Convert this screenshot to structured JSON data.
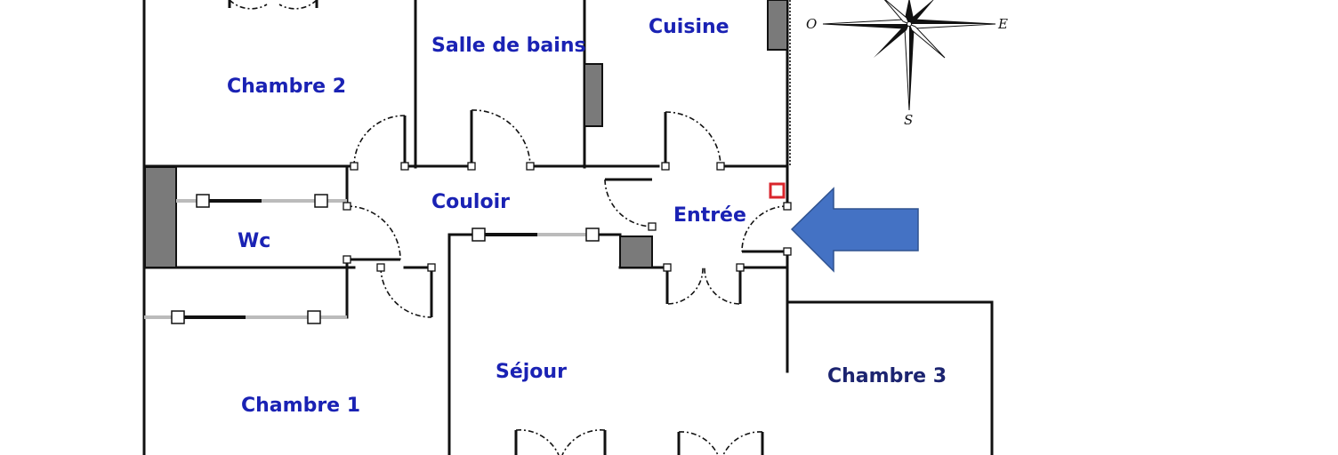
{
  "rooms": {
    "chambre_2": "Chambre 2",
    "salle_de_bains": "Salle de bains",
    "cuisine": "Cuisine",
    "couloir": "Couloir",
    "entree": "Entrée",
    "wc": "Wc",
    "chambre_1": "Chambre 1",
    "sejour": "Séjour",
    "chambre_3": "Chambre 3"
  },
  "compass": {
    "west": "O",
    "east": "E",
    "south": "S"
  },
  "colors": {
    "label_blue": "#1a22b4",
    "label_navy": "#1c2470",
    "wall": "#111111",
    "column_gray": "#7a7a7a",
    "arrow_fill": "#4472c4",
    "marker_red": "#d9262c"
  }
}
